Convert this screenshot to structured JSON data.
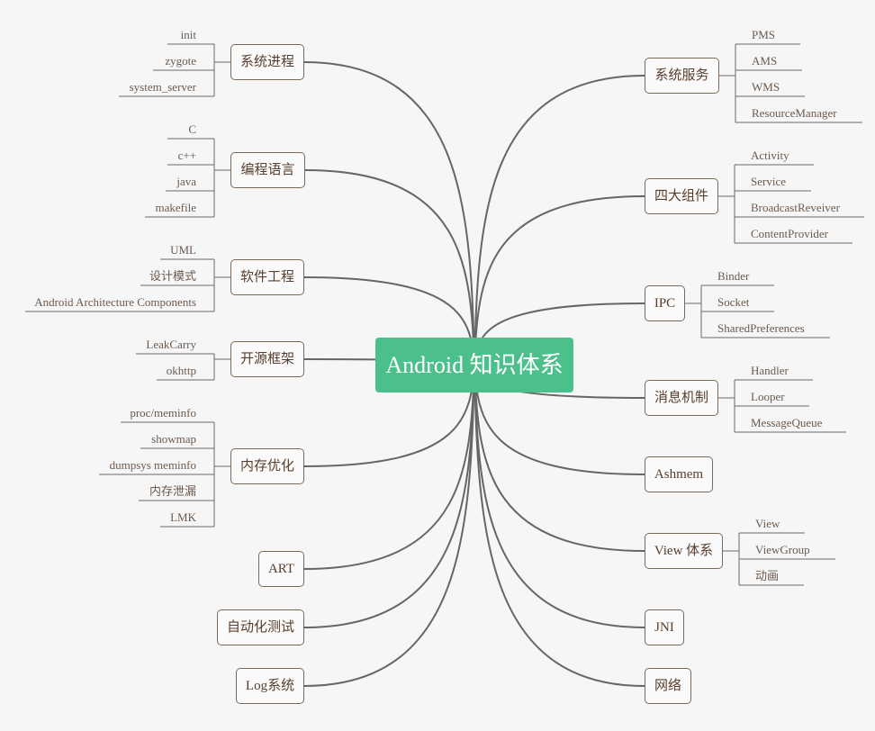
{
  "root": {
    "title": "Android 知识体系",
    "color": "#4cc08b"
  },
  "left": [
    {
      "label": "系统进程",
      "children": [
        "init",
        "zygote",
        "system_server"
      ]
    },
    {
      "label": "编程语言",
      "children": [
        "C",
        "c++",
        "java",
        "makefile"
      ]
    },
    {
      "label": "软件工程",
      "children": [
        "UML",
        "设计模式",
        "Android Architecture Components"
      ]
    },
    {
      "label": "开源框架",
      "children": [
        "LeakCarry",
        "okhttp"
      ]
    },
    {
      "label": "内存优化",
      "children": [
        "proc/meminfo",
        "showmap",
        "dumpsys meminfo",
        "内存泄漏",
        "LMK"
      ]
    },
    {
      "label": "ART",
      "children": []
    },
    {
      "label": "自动化测试",
      "children": []
    },
    {
      "label": "Log系统",
      "children": []
    }
  ],
  "right": [
    {
      "label": "系统服务",
      "children": [
        "PMS",
        "AMS",
        "WMS",
        "ResourceManager"
      ]
    },
    {
      "label": "四大组件",
      "children": [
        "Activity",
        "Service",
        "BroadcastReveiver",
        "ContentProvider"
      ]
    },
    {
      "label": "IPC",
      "children": [
        "Binder",
        "Socket",
        "SharedPreferences"
      ]
    },
    {
      "label": "消息机制",
      "children": [
        "Handler",
        "Looper",
        "MessageQueue"
      ]
    },
    {
      "label": "Ashmem",
      "children": []
    },
    {
      "label": "View 体系",
      "children": [
        "View",
        "ViewGroup",
        "动画"
      ]
    },
    {
      "label": "JNI",
      "children": []
    },
    {
      "label": "网络",
      "children": []
    }
  ]
}
